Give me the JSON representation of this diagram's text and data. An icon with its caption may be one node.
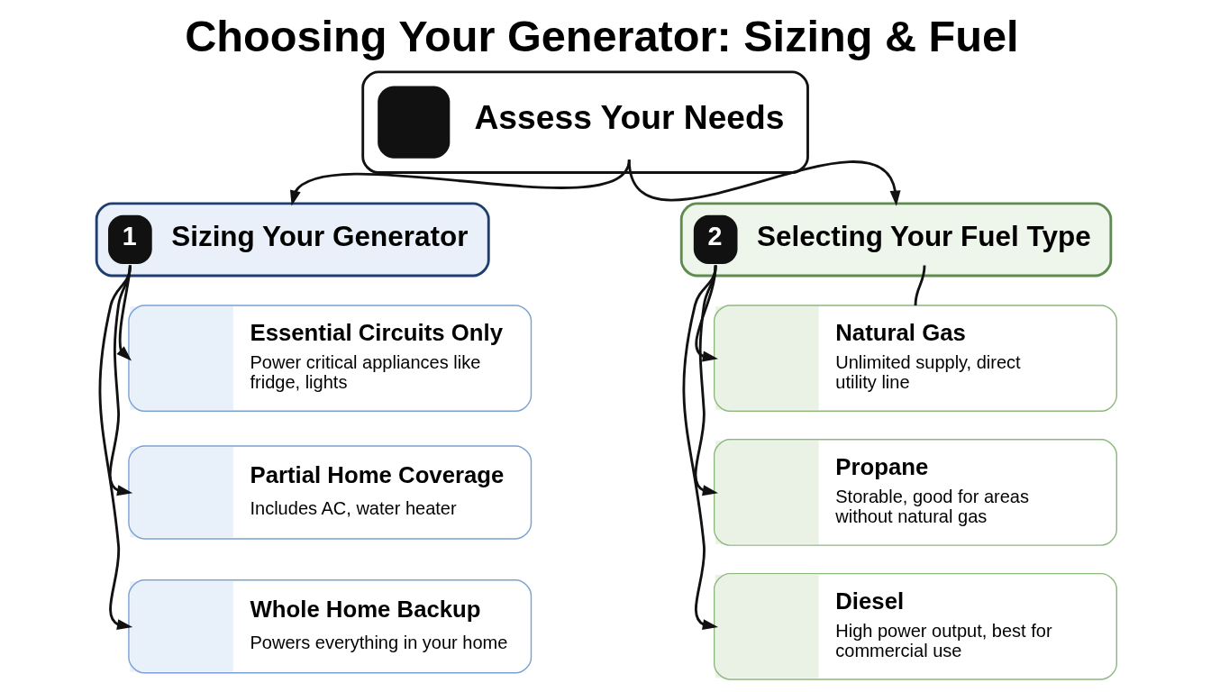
{
  "diagram": {
    "title": "Choosing Your Generator: Sizing & Fuel",
    "nodes": [
      {
        "text": [
          "Assess Your Needs"
        ]
      },
      {
        "text": [
          "1",
          "Sizing Your Generator"
        ]
      },
      {
        "text": [
          "Essential Circuits Only",
          "Power critical appliances like fridge, lights"
        ]
      },
      {
        "text": [
          "Partial Home Coverage",
          "Includes AC, water heater"
        ]
      },
      {
        "text": [
          "Whole Home Backup",
          "Powers everything in your home"
        ]
      },
      {
        "text": [
          "2",
          "Selecting Your Fuel Type"
        ]
      },
      {
        "text": [
          "Natural Gas",
          "Unlimited supply, direct utility line"
        ]
      },
      {
        "text": [
          "Propane",
          "Storable, good for areas without natural gas"
        ]
      },
      {
        "text": [
          "Diesel",
          "High power output, best for commercial use"
        ]
      }
    ],
    "edges": [
      {
        "from": 0,
        "to": 1,
        "arrow": "to"
      },
      {
        "from": 0,
        "to": 5,
        "arrow": "to"
      },
      {
        "from": 1,
        "to": 2,
        "arrow": "to"
      },
      {
        "from": 1,
        "to": 3,
        "arrow": "to"
      },
      {
        "from": 1,
        "to": 4,
        "arrow": "to"
      },
      {
        "from": 5,
        "to": 6,
        "arrow": "none"
      },
      {
        "from": 5,
        "to": 6,
        "arrow": "to"
      },
      {
        "from": 5,
        "to": 7,
        "arrow": "to"
      },
      {
        "from": 5,
        "to": 8,
        "arrow": "to"
      }
    ]
  }
}
